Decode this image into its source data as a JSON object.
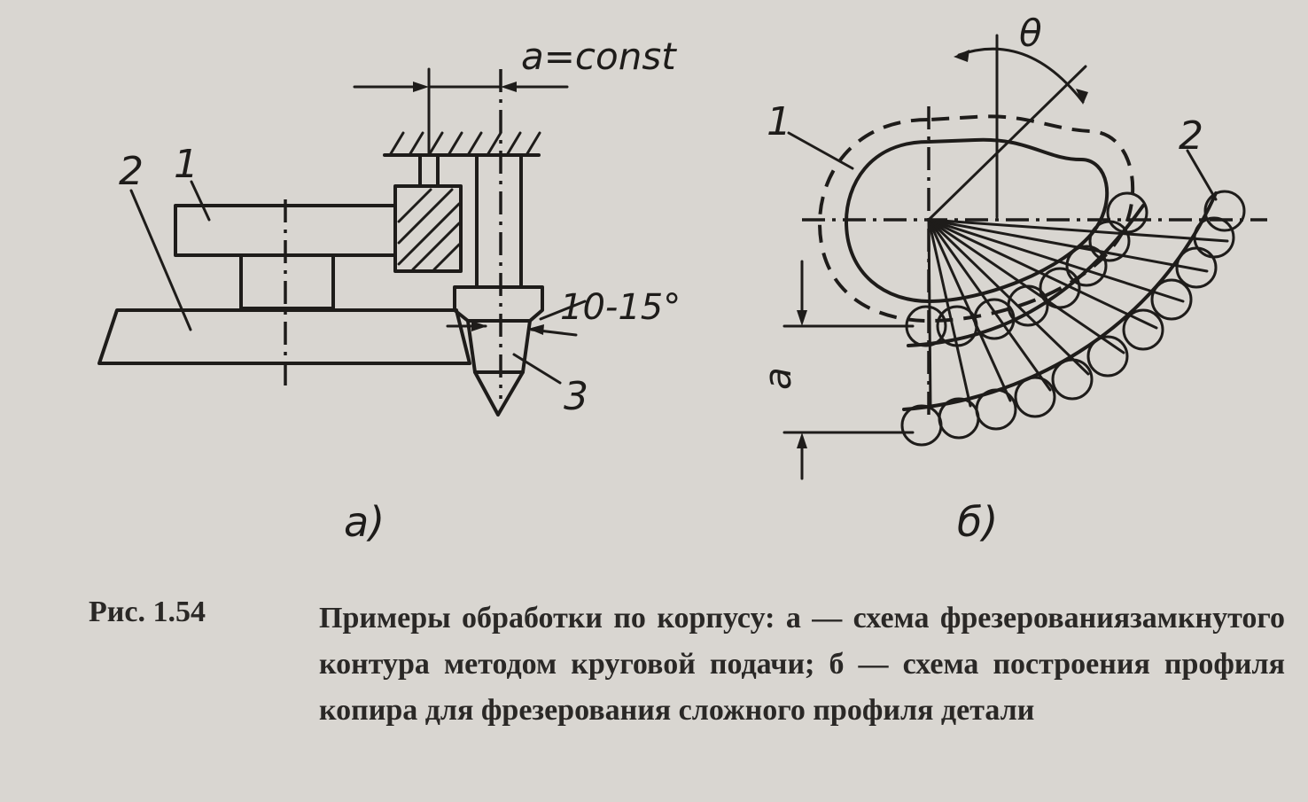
{
  "figure_a": {
    "const_label": "a=const",
    "angle_label": "10-15°",
    "part1": "1",
    "part2": "2",
    "part3": "3",
    "sub_label": "а)"
  },
  "figure_b": {
    "theta_label": "θ",
    "part1": "1",
    "part2": "2",
    "dim_a": "a",
    "sub_label": "б)"
  },
  "caption": {
    "number": "Рис. 1.54",
    "text": "Примеры обработки по корпусу: а — схема фрезерова­ниязамкнутого контура методом круговой подачи; б — схема построения профиля копира для фрезерования сложного профиля детали"
  }
}
